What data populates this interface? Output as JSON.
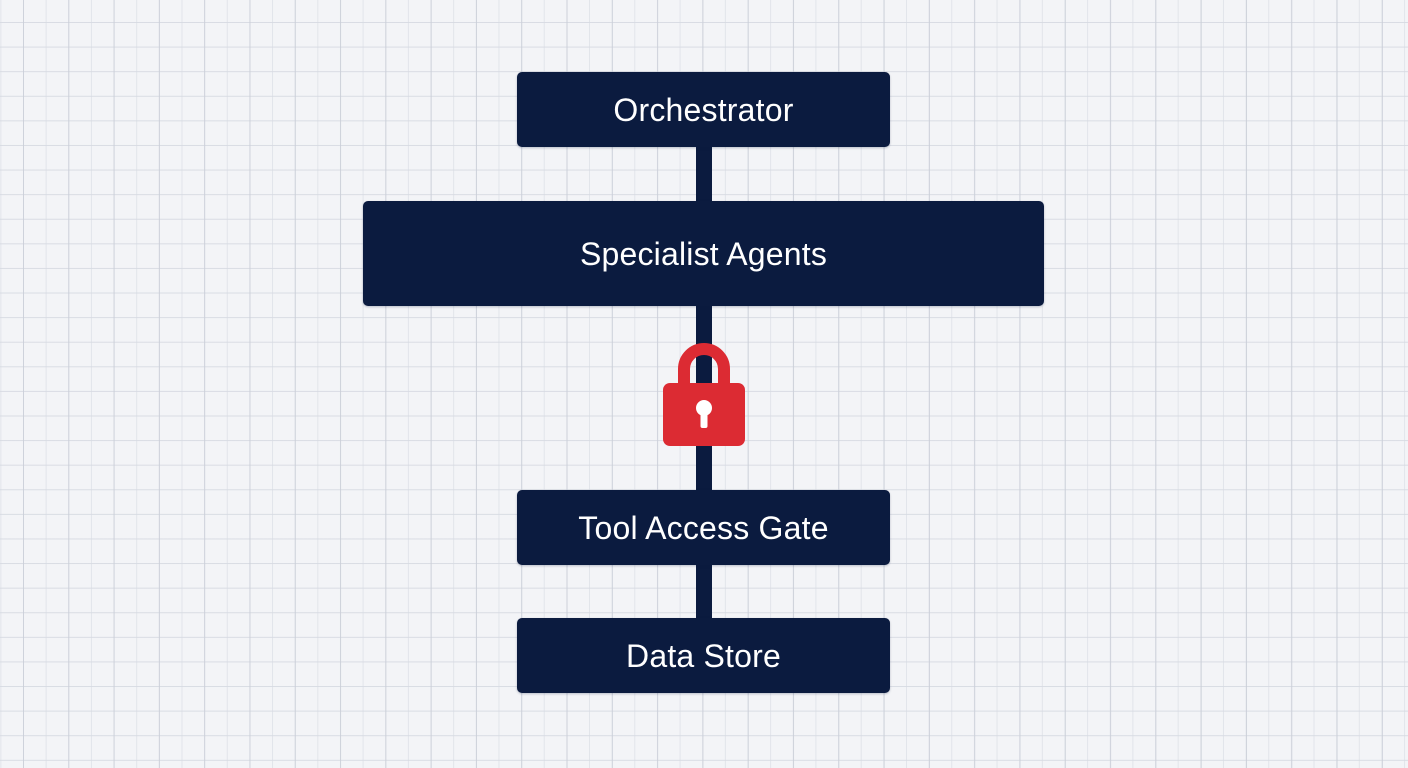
{
  "diagram": {
    "type": "layered-architecture",
    "colors": {
      "background": "#f3f4f7",
      "grid_line": "#d3d7df",
      "node_fill": "#0b1b3f",
      "node_text": "#ffffff",
      "connector": "#0b1b3f",
      "lock": "#dc2b33",
      "keyhole": "#ffffff"
    },
    "nodes": [
      {
        "id": "orchestrator",
        "label": "Orchestrator"
      },
      {
        "id": "specialist-agents",
        "label": "Specialist Agents"
      },
      {
        "id": "tool-access-gate",
        "label": "Tool Access Gate"
      },
      {
        "id": "data-store",
        "label": "Data Store"
      }
    ],
    "edges": [
      {
        "from": "orchestrator",
        "to": "specialist-agents"
      },
      {
        "from": "specialist-agents",
        "to": "tool-access-gate",
        "marker": "lock-icon"
      },
      {
        "from": "tool-access-gate",
        "to": "data-store"
      }
    ],
    "icons": {
      "lock": "lock-icon"
    }
  }
}
